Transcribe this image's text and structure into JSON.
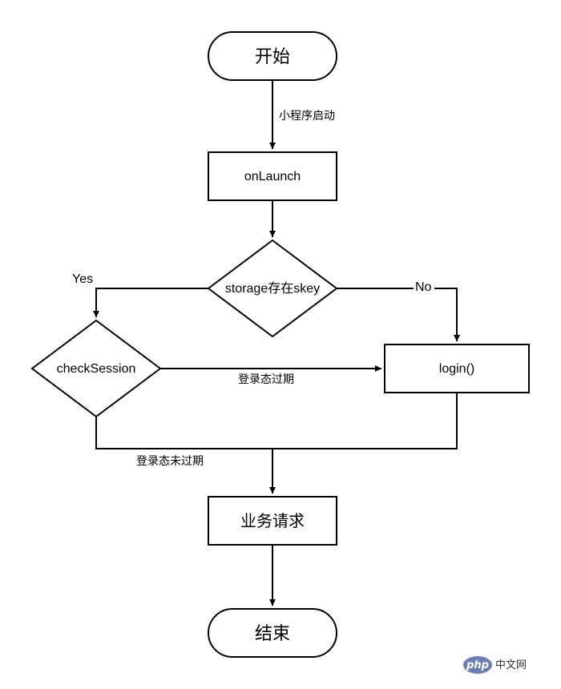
{
  "nodes": {
    "start": "开始",
    "onlaunch": "onLaunch",
    "storage_check": "storage存在skey",
    "check_session": "checkSession",
    "login": "login()",
    "business_request": "业务请求",
    "end": "结束"
  },
  "edges": {
    "app_launch": "小程序启动",
    "yes": "Yes",
    "no": "No",
    "session_expired": "登录态过期",
    "session_valid": "登录态未过期"
  },
  "watermark": {
    "badge": "php",
    "text": "中文网"
  }
}
